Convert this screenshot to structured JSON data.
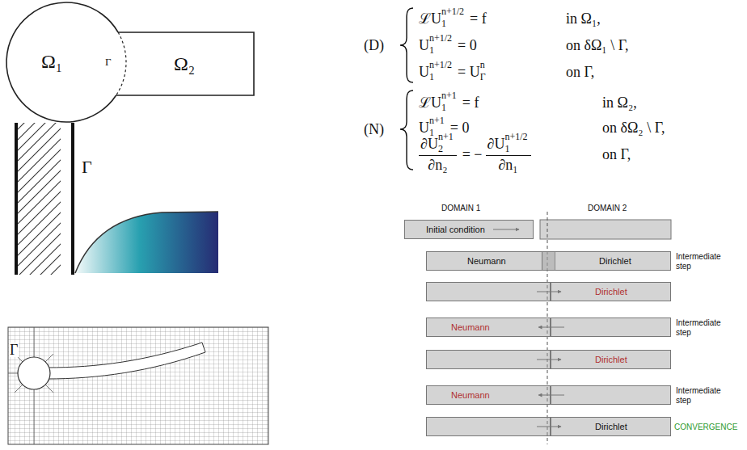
{
  "diagram": {
    "nodes": [
      {
        "text": [
          "Ω₁"
        ]
      },
      {
        "text": [
          "Ω₂"
        ]
      },
      {
        "text": [
          "Initial condition"
        ]
      },
      {
        "text": [
          "Neumann"
        ]
      },
      {
        "text": [
          "Dirichlet"
        ]
      },
      {
        "text": [
          "Dirichlet"
        ]
      },
      {
        "text": [
          "Neumann"
        ]
      },
      {
        "text": [
          "Dirichlet"
        ]
      },
      {
        "text": [
          "Neumann"
        ]
      },
      {
        "text": [
          "Dirichlet"
        ]
      }
    ],
    "labels": [
      "(D)",
      "ℒU",
      "n+1/2",
      "1",
      "= f",
      "in Ω₁,",
      "U",
      "n+1/2",
      "1",
      "= 0",
      "on δΩ₁ \\ Γ,",
      "U",
      "n+1/2",
      "1",
      "= U",
      "n",
      "Γ",
      "on Γ,",
      "(N)",
      "ℒU",
      "n+1",
      "1",
      "= f",
      "in Ω₂,",
      "U",
      "n+1",
      "1",
      "= 0",
      "on δΩ₂ \\ Γ,",
      "∂U",
      "n+1",
      "2",
      "∂n₂",
      "= −",
      "∂U",
      "n+1/2",
      "1",
      "∂n₁",
      "on Γ,",
      "Γ",
      "Γ",
      "Γ",
      "DOMAIN 1",
      "DOMAIN 2",
      "Intermediate step",
      "Intermediate step",
      "Intermediate step",
      "CONVERGENCE"
    ]
  }
}
